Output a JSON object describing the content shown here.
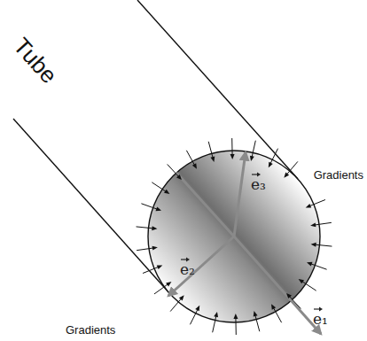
{
  "diagram": {
    "labels": [
      "Tube",
      "Gradients",
      "e₃",
      "e₂",
      "e₁",
      "Gradients"
    ]
  }
}
